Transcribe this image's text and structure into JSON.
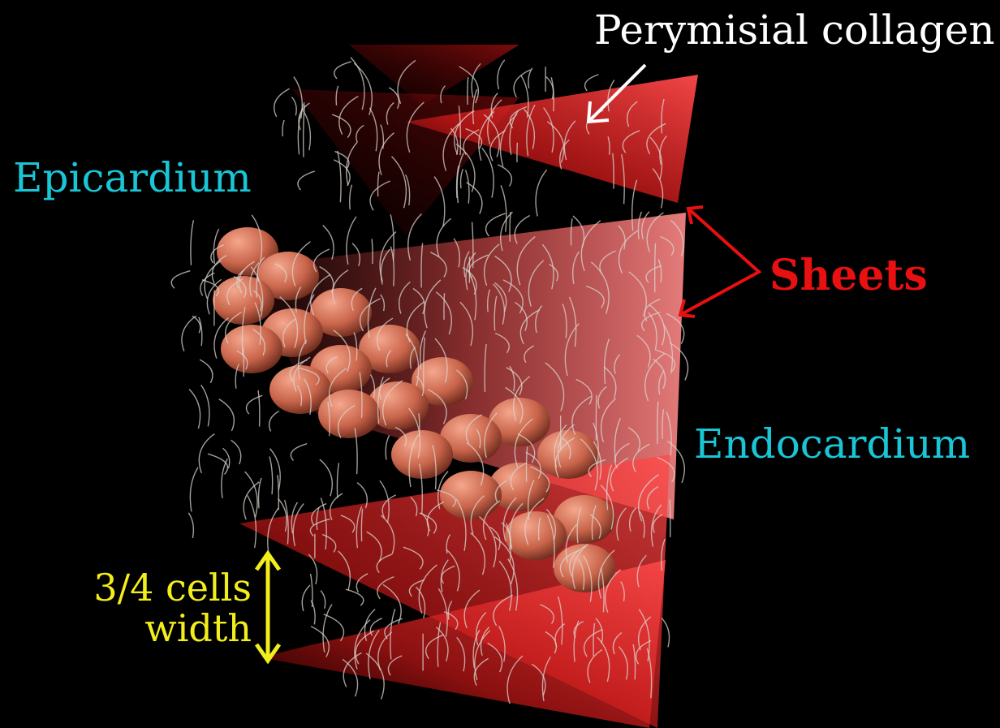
{
  "colors": {
    "background": "#000000",
    "epicardium_label": "#19c6d6",
    "endocardium_label": "#19c6d6",
    "sheets_label": "#e81010",
    "collagen_label": "#ffffff",
    "width_label": "#f2ee1c",
    "sheet_fill": "#ff3b3b",
    "cell_fill": "#d9775d",
    "fiber": "#d9d3cc"
  },
  "labels": {
    "perymisial_collagen": "Perymisial collagen",
    "epicardium": "Epicardium",
    "sheets": "Sheets",
    "endocardium": "Endocardium",
    "width_line1": "3/4 cells",
    "width_line2": "width"
  },
  "icons": {
    "collagen_arrow": "arrow-icon",
    "sheets_arrows": "double-arrow-icon",
    "width_arrow": "vertical-double-arrow-icon"
  }
}
